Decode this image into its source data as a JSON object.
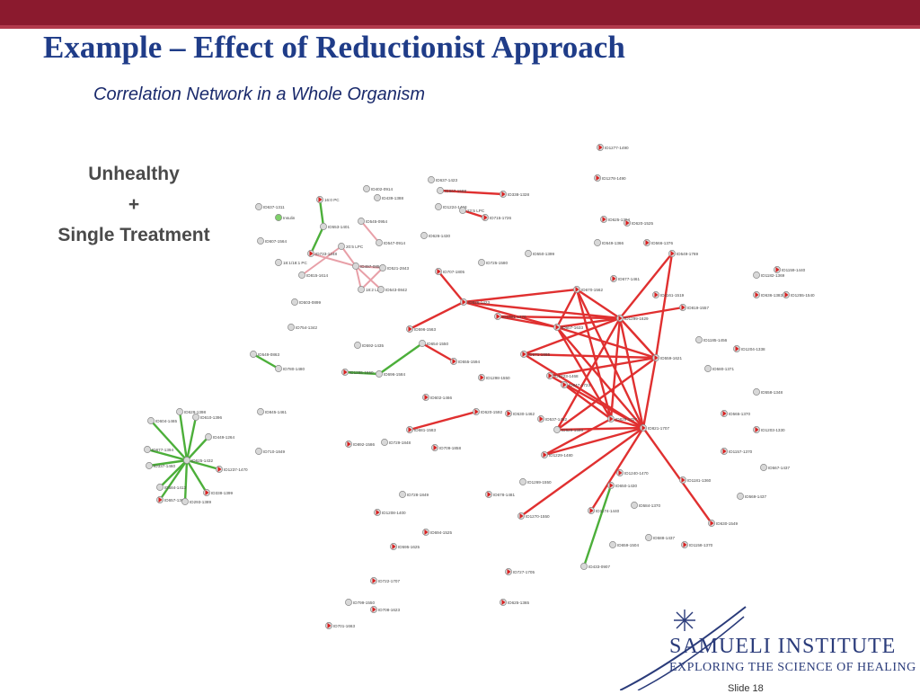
{
  "slide": {
    "title": "Example – Effect of Reductionist Approach",
    "subtitle": "Correlation Network in a Whole Organism",
    "side_label": [
      "Unhealthy",
      "+",
      "Single Treatment"
    ],
    "slide_number": "Slide 18"
  },
  "logo": {
    "name": "SAMUELI INSTITUTE",
    "tagline": "EXPLORING THE SCIENCE OF HEALING"
  },
  "colors": {
    "header_bar": "#8b1a2e",
    "title": "#1f3c88",
    "edge_positive": "#e03030",
    "edge_negative": "#4caf3a",
    "edge_weak": "#e8a0a8",
    "node_fill": "#d8d8d8",
    "marker": "#d92020"
  },
  "network": {
    "nodes": [
      {
        "id": "ID1277-1490",
        "label": "ID1277-1490"
      },
      {
        "id": "ID1278-1490",
        "label": "ID1278-1490"
      },
      {
        "id": "ID637-1423",
        "label": "ID637-1423"
      },
      {
        "id": "ID607-1588",
        "label": "ID607-1588"
      },
      {
        "id": "ID338-1328",
        "label": "ID338-1328"
      },
      {
        "id": "ID1224-1418",
        "label": "ID1224-1418"
      },
      {
        "id": "22:5 LPC",
        "label": "22:5 LPC"
      },
      {
        "id": "ID715-1726",
        "label": "ID715-1726"
      },
      {
        "id": "ID625-1384",
        "label": "ID625-1384"
      },
      {
        "id": "ID620-1525",
        "label": "ID620-1525"
      },
      {
        "id": "ID439-1388",
        "label": "ID439-1388"
      },
      {
        "id": "ID402-0914",
        "label": "ID402-0914"
      },
      {
        "id": "ID637-1311",
        "label": "ID637-1311"
      },
      {
        "id": "16:0 PC",
        "label": "16:0 PC"
      },
      {
        "id": "Insulin",
        "label": "Insulin"
      },
      {
        "id": "ID553-1401",
        "label": "ID553-1401"
      },
      {
        "id": "ID545-0954",
        "label": "ID545-0954"
      },
      {
        "id": "ID626-1430",
        "label": "ID626-1430"
      },
      {
        "id": "ID607-1564",
        "label": "ID607-1564"
      },
      {
        "id": "ID733-1248",
        "label": "ID733-1248"
      },
      {
        "id": "20:5 LPC",
        "label": "20:5 LPC"
      },
      {
        "id": "ID547-0914",
        "label": "ID547-0914"
      },
      {
        "id": "ID549-1366",
        "label": "ID549-1366"
      },
      {
        "id": "ID566-1376",
        "label": "ID566-1376"
      },
      {
        "id": "ID550-1399",
        "label": "ID550-1399"
      },
      {
        "id": "ID549-1769",
        "label": "ID549-1769"
      },
      {
        "id": "18:1/18:1 PC",
        "label": "18:1/18:1 PC"
      },
      {
        "id": "ID497-0852",
        "label": "ID497-0852"
      },
      {
        "id": "ID521-2843",
        "label": "ID521-2843"
      },
      {
        "id": "ID725-1580",
        "label": "ID725-1580"
      },
      {
        "id": "ID815-1614",
        "label": "ID815-1614"
      },
      {
        "id": "ID707-1805",
        "label": "ID707-1805"
      },
      {
        "id": "ID677-1461",
        "label": "ID677-1461"
      },
      {
        "id": "ID1182-1369",
        "label": "ID1182-1369"
      },
      {
        "id": "ID1159-1440",
        "label": "ID1159-1440"
      },
      {
        "id": "18:2 LPC",
        "label": "18:2 LPC"
      },
      {
        "id": "ID543-0842",
        "label": "ID543-0842"
      },
      {
        "id": "ID670-1562",
        "label": "ID670-1562"
      },
      {
        "id": "ID1161-1519",
        "label": "ID1161-1519"
      },
      {
        "id": "ID636-1383",
        "label": "ID636-1383"
      },
      {
        "id": "ID1255-1540",
        "label": "ID1255-1540"
      },
      {
        "id": "ID503-0899",
        "label": "ID503-0899"
      },
      {
        "id": "ID536-1423",
        "label": "ID536-1423"
      },
      {
        "id": "ID1301-1370",
        "label": "ID1301-1370"
      },
      {
        "id": "ID819-1557",
        "label": "ID819-1557"
      },
      {
        "id": "ID1299-1629",
        "label": "ID1299-1629"
      },
      {
        "id": "ID754-1342",
        "label": "ID754-1342"
      },
      {
        "id": "ID596-1563",
        "label": "ID596-1563"
      },
      {
        "id": "ID607-1633",
        "label": "ID607-1633"
      },
      {
        "id": "ID1185-1456",
        "label": "ID1185-1456"
      },
      {
        "id": "ID592-1435",
        "label": "ID592-1435"
      },
      {
        "id": "ID654-1550",
        "label": "ID654-1550"
      },
      {
        "id": "ID1204-1338",
        "label": "ID1204-1338"
      },
      {
        "id": "ID549-0863",
        "label": "ID549-0863"
      },
      {
        "id": "ID571-1885",
        "label": "ID571-1885"
      },
      {
        "id": "ID559-1621",
        "label": "ID559-1621"
      },
      {
        "id": "ID780-1480",
        "label": "ID780-1480"
      },
      {
        "id": "ID555-1594",
        "label": "ID555-1594"
      },
      {
        "id": "ID580-1371",
        "label": "ID580-1371"
      },
      {
        "id": "ID1255-1550",
        "label": "ID1255-1550"
      },
      {
        "id": "ID696-1584",
        "label": "ID696-1584"
      },
      {
        "id": "ID1298-1550",
        "label": "ID1298-1550"
      },
      {
        "id": "ID1223-1468",
        "label": "ID1223-1468"
      },
      {
        "id": "ID647-1723",
        "label": "ID647-1723"
      },
      {
        "id": "ID558-1348",
        "label": "ID558-1348"
      },
      {
        "id": "ID602-1466",
        "label": "ID602-1466"
      },
      {
        "id": "ID629-1398",
        "label": "ID629-1398"
      },
      {
        "id": "ID610-1396",
        "label": "ID610-1396"
      },
      {
        "id": "ID845-1461",
        "label": "ID845-1461"
      },
      {
        "id": "ID620-1592",
        "label": "ID620-1592"
      },
      {
        "id": "ID530-1462",
        "label": "ID530-1462"
      },
      {
        "id": "ID537-1452",
        "label": "ID537-1452"
      },
      {
        "id": "ID829-1707",
        "label": "ID829-1707"
      },
      {
        "id": "ID565-1370",
        "label": "ID565-1370"
      },
      {
        "id": "ID604-1465",
        "label": "ID604-1465"
      },
      {
        "id": "ID821-1707",
        "label": "ID821-1707"
      },
      {
        "id": "ID681-1583",
        "label": "ID681-1583"
      },
      {
        "id": "ID629-1598",
        "label": "ID629-1598"
      },
      {
        "id": "ID1203-1330",
        "label": "ID1203-1330"
      },
      {
        "id": "ID449-1264",
        "label": "ID449-1264"
      },
      {
        "id": "ID892-1586",
        "label": "ID892-1586"
      },
      {
        "id": "ID729-1848",
        "label": "ID729-1848"
      },
      {
        "id": "ID709-1858",
        "label": "ID709-1858"
      },
      {
        "id": "ID677-1394",
        "label": "ID677-1394"
      },
      {
        "id": "ID710-1849",
        "label": "ID710-1849"
      },
      {
        "id": "ID1229-1480",
        "label": "ID1229-1480"
      },
      {
        "id": "ID1157-1370",
        "label": "ID1157-1370"
      },
      {
        "id": "ID337-1460",
        "label": "ID337-1460"
      },
      {
        "id": "ID625-1432",
        "label": "ID625-1432"
      },
      {
        "id": "ID1237-1470",
        "label": "ID1237-1470"
      },
      {
        "id": "ID567-1437",
        "label": "ID567-1437"
      },
      {
        "id": "ID1240-1470",
        "label": "ID1240-1470"
      },
      {
        "id": "ID584-1413",
        "label": "ID584-1413"
      },
      {
        "id": "ID1269-1550",
        "label": "ID1269-1550"
      },
      {
        "id": "ID650-1430",
        "label": "ID650-1430"
      },
      {
        "id": "ID1181-1360",
        "label": "ID1181-1360"
      },
      {
        "id": "ID657-1363",
        "label": "ID657-1363"
      },
      {
        "id": "ID293-1389",
        "label": "ID293-1389"
      },
      {
        "id": "ID338-1399",
        "label": "ID338-1399"
      },
      {
        "id": "ID678-1481",
        "label": "ID678-1481"
      },
      {
        "id": "ID728-1849",
        "label": "ID728-1849"
      },
      {
        "id": "ID569-1437",
        "label": "ID569-1437"
      },
      {
        "id": "ID1174-1440",
        "label": "ID1174-1440"
      },
      {
        "id": "ID584-1370",
        "label": "ID584-1370"
      },
      {
        "id": "ID1208-1400",
        "label": "ID1208-1400"
      },
      {
        "id": "ID1270-1550",
        "label": "ID1270-1550"
      },
      {
        "id": "ID630-1549",
        "label": "ID630-1549"
      },
      {
        "id": "ID694-1525",
        "label": "ID694-1525"
      },
      {
        "id": "ID588-1437",
        "label": "ID588-1437"
      },
      {
        "id": "ID595-1625",
        "label": "ID595-1625"
      },
      {
        "id": "ID659-1504",
        "label": "ID659-1504"
      },
      {
        "id": "ID1158-1370",
        "label": "ID1158-1370"
      },
      {
        "id": "ID727-1705",
        "label": "ID727-1705"
      },
      {
        "id": "ID433-0907",
        "label": "ID433-0907"
      },
      {
        "id": "ID722-1707",
        "label": "ID722-1707"
      },
      {
        "id": "ID625-1365",
        "label": "ID625-1365"
      },
      {
        "id": "ID799-1550",
        "label": "ID799-1550"
      },
      {
        "id": "ID708-1623",
        "label": "ID708-1623"
      },
      {
        "id": "ID701-1663",
        "label": "ID701-1663"
      }
    ]
  }
}
